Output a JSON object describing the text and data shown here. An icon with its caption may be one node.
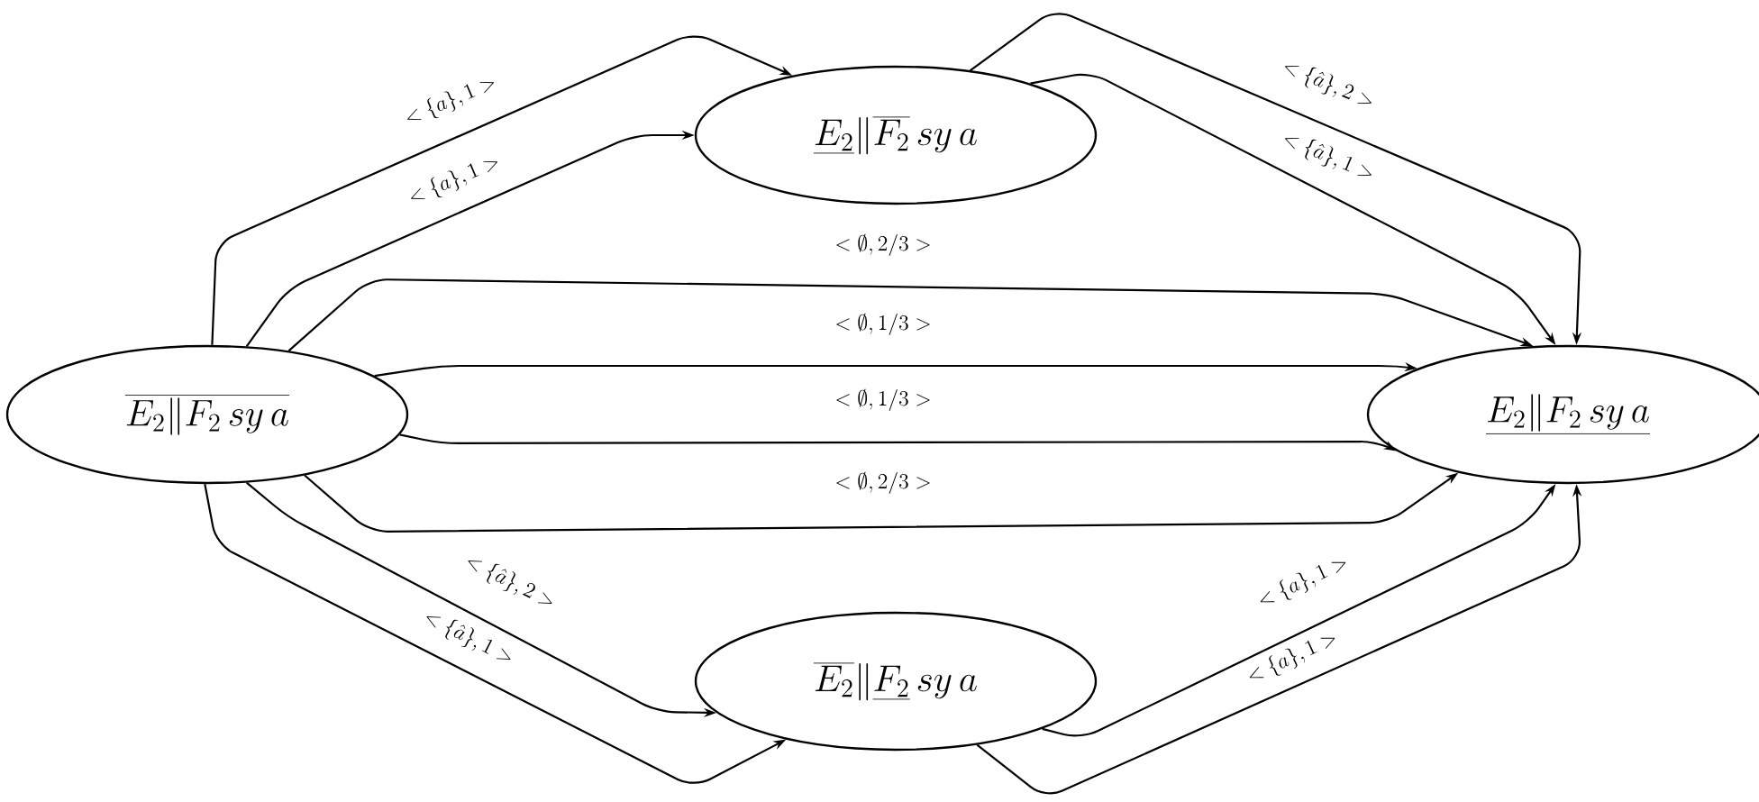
{
  "diagram": {
    "nodes": [
      {
        "text": [
          "\\underline{E_2}\\|\\overline{F_2}\\,sy\\,a"
        ]
      },
      {
        "text": [
          "\\overline{E_2\\|F_2\\,sy\\,a}"
        ]
      },
      {
        "text": [
          "\\underline{E_2\\|F_2\\,sy\\,a}"
        ]
      },
      {
        "text": [
          "\\overline{E_2}\\|\\underline{F_2}\\,sy\\,a"
        ]
      }
    ],
    "edges": [
      {
        "from": 1,
        "to": 0,
        "arrow": "to",
        "label": "< \\{a\\}, 1 >"
      },
      {
        "from": 1,
        "to": 0,
        "arrow": "to",
        "label": "< \\{a\\}, 1 >"
      },
      {
        "from": 1,
        "to": 2,
        "arrow": "to",
        "label": "< \\emptyset, 2/3 >"
      },
      {
        "from": 1,
        "to": 2,
        "arrow": "to",
        "label": "< \\emptyset, 1/3 >"
      },
      {
        "from": 1,
        "to": 2,
        "arrow": "to",
        "label": "< \\emptyset, 1/3 >"
      },
      {
        "from": 1,
        "to": 2,
        "arrow": "to",
        "label": "< \\emptyset, 2/3 >"
      },
      {
        "from": 1,
        "to": 3,
        "arrow": "to",
        "label": "< \\{\\hat{a}\\}, 2 >"
      },
      {
        "from": 1,
        "to": 3,
        "arrow": "to",
        "label": "< \\{\\hat{a}\\}, 1 >"
      },
      {
        "from": 0,
        "to": 2,
        "arrow": "to",
        "label": "< \\{\\hat{a}\\}, 2 >"
      },
      {
        "from": 0,
        "to": 2,
        "arrow": "to",
        "label": "< \\{\\hat{a}\\}, 1 >"
      },
      {
        "from": 3,
        "to": 2,
        "arrow": "to",
        "label": "< \\{a\\}, 1 >"
      },
      {
        "from": 3,
        "to": 2,
        "arrow": "to",
        "label": "< \\{a\\}, 1 >"
      }
    ]
  }
}
